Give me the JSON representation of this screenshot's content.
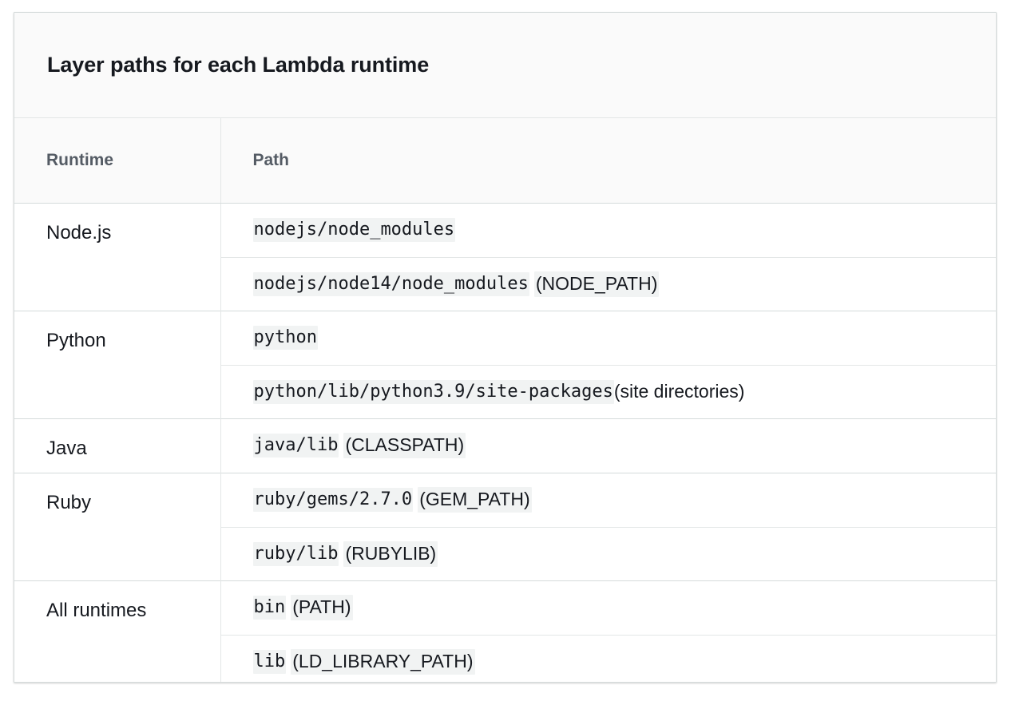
{
  "card": {
    "title": "Layer paths for each Lambda runtime"
  },
  "table": {
    "columns": [
      {
        "key": "runtime",
        "label": "Runtime"
      },
      {
        "key": "path",
        "label": "Path"
      }
    ],
    "rows": [
      {
        "runtime": "Node.js",
        "paths": [
          {
            "code": "nodejs/node_modules",
            "suffix": "",
            "suffix_style": "none"
          },
          {
            "code": "nodejs/node14/node_modules",
            "suffix": "(NODE_PATH)",
            "suffix_style": "envvar"
          }
        ]
      },
      {
        "runtime": "Python",
        "paths": [
          {
            "code": "python",
            "suffix": "",
            "suffix_style": "none"
          },
          {
            "code": "python/lib/python3.9/site-packages",
            "suffix": "(site directories)",
            "suffix_style": "note"
          }
        ]
      },
      {
        "runtime": "Java",
        "paths": [
          {
            "code": "java/lib",
            "suffix": "(CLASSPATH)",
            "suffix_style": "envvar"
          }
        ]
      },
      {
        "runtime": "Ruby",
        "paths": [
          {
            "code": "ruby/gems/2.7.0",
            "suffix": "(GEM_PATH)",
            "suffix_style": "envvar"
          },
          {
            "code": "ruby/lib",
            "suffix": "(RUBYLIB)",
            "suffix_style": "envvar"
          }
        ]
      },
      {
        "runtime": "All runtimes",
        "paths": [
          {
            "code": "bin",
            "suffix": "(PATH)",
            "suffix_style": "envvar"
          },
          {
            "code": "lib",
            "suffix": "(LD_LIBRARY_PATH)",
            "suffix_style": "envvar"
          }
        ]
      }
    ]
  },
  "colors": {
    "page_background": "#ffffff",
    "card_border": "#d5dbdb",
    "header_background": "#fafafa",
    "header_text": "#545b64",
    "body_text": "#16191f",
    "code_background": "#f1f3f3",
    "row_divider": "#d5dbdb",
    "subrow_divider": "#e4e7e7"
  }
}
